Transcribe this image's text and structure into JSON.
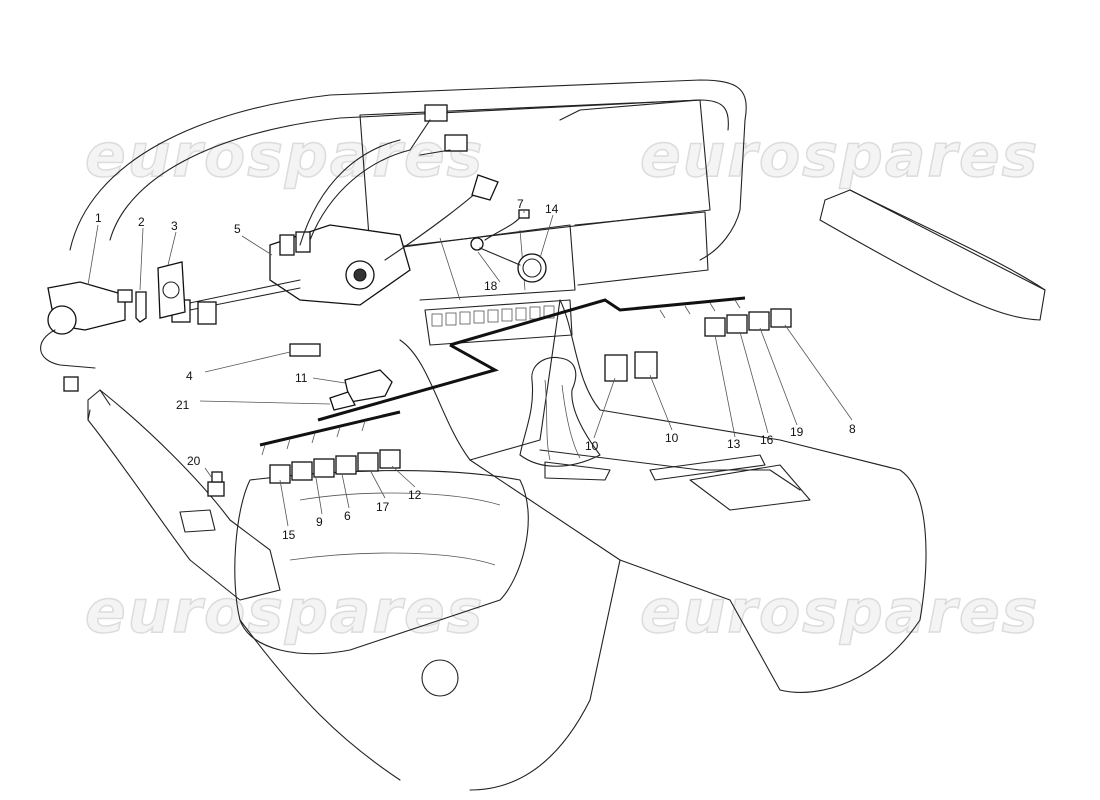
{
  "watermark": "eurospares",
  "labels": {
    "p1": "1",
    "p2": "2",
    "p3": "3",
    "p4": "4",
    "p5": "5",
    "p6": "6",
    "p7": "7",
    "p8": "8",
    "p9": "9",
    "p10a": "10",
    "p10b": "10",
    "p11": "11",
    "p12": "12",
    "p13": "13",
    "p14": "14",
    "p15": "15",
    "p16": "16",
    "p17": "17",
    "p18": "18",
    "p19": "19",
    "p20": "20",
    "p21": "21"
  }
}
